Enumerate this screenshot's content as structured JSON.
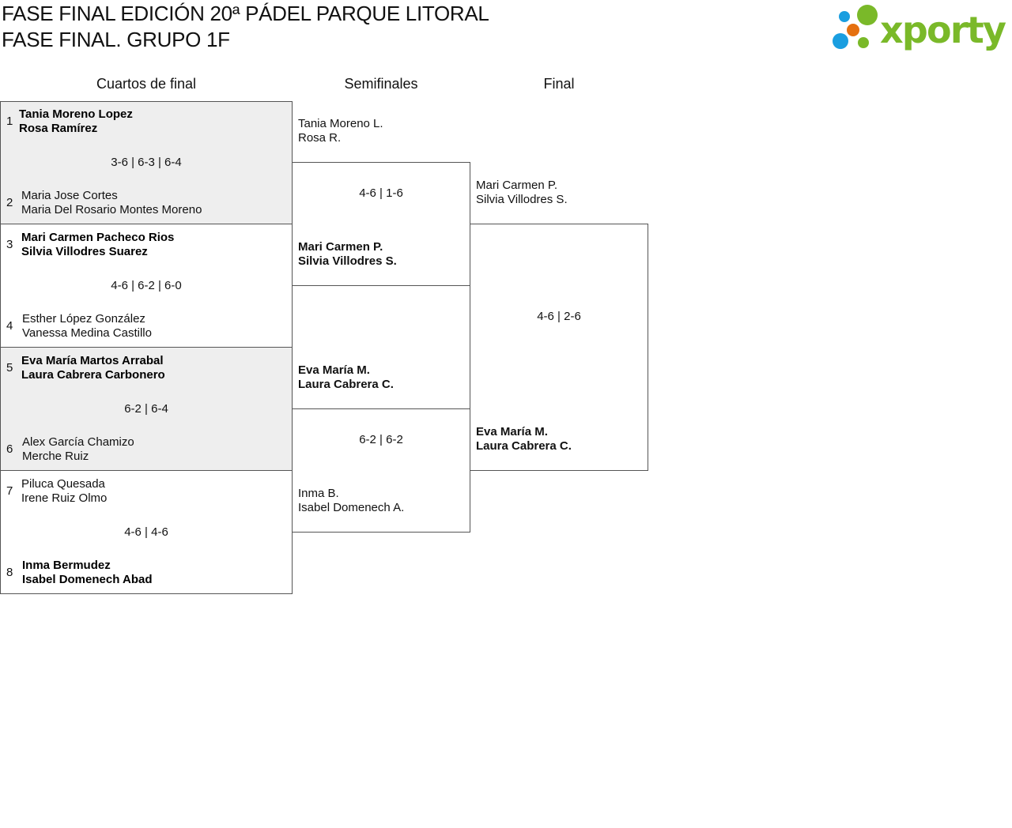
{
  "header": {
    "title1": "FASE FINAL EDICIÓN 20ª PÁDEL PARQUE LITORAL",
    "title2": "FASE FINAL. GRUPO 1F",
    "logo_text": "xporty"
  },
  "columns": {
    "quarters": "Cuartos de final",
    "semis": "Semifinales",
    "final": "Final"
  },
  "quarters": [
    {
      "score": "3-6 | 6-3 | 6-4",
      "top": {
        "seed": "1",
        "p1": "Tania Moreno Lopez",
        "p2": "Rosa Ramírez"
      },
      "bottom": {
        "seed": "2",
        "p1": "Maria Jose Cortes",
        "p2": "Maria Del Rosario Montes Moreno"
      }
    },
    {
      "score": "4-6 | 6-2 | 6-0",
      "top": {
        "seed": "3",
        "p1": "Mari Carmen Pacheco Rios",
        "p2": "Silvia Villodres Suarez"
      },
      "bottom": {
        "seed": "4",
        "p1": "Esther López González",
        "p2": "Vanessa Medina Castillo"
      }
    },
    {
      "score": "6-2 | 6-4",
      "top": {
        "seed": "5",
        "p1": "Eva María Martos Arrabal",
        "p2": "Laura Cabrera Carbonero"
      },
      "bottom": {
        "seed": "6",
        "p1": "Alex García Chamizo",
        "p2": "Merche Ruiz"
      }
    },
    {
      "score": "4-6 | 4-6",
      "top": {
        "seed": "7",
        "p1": "Piluca Quesada",
        "p2": "Irene Ruiz Olmo"
      },
      "bottom": {
        "seed": "8",
        "p1": "Inma Bermudez",
        "p2": "Isabel Domenech Abad"
      }
    }
  ],
  "semis": [
    {
      "score": "4-6 | 1-6",
      "top": {
        "p1": "Tania Moreno L.",
        "p2": "Rosa R."
      },
      "bottom": {
        "p1": "Mari Carmen P.",
        "p2": "Silvia Villodres S."
      }
    },
    {
      "score": "6-2 | 6-2",
      "top": {
        "p1": "Eva María M.",
        "p2": "Laura Cabrera C."
      },
      "bottom": {
        "p1": "Inma B.",
        "p2": "Isabel Domenech A."
      }
    }
  ],
  "final": {
    "score": "4-6 | 2-6",
    "top": {
      "p1": "Mari Carmen P.",
      "p2": "Silvia Villodres S."
    },
    "bottom": {
      "p1": "Eva María M.",
      "p2": "Laura Cabrera C."
    }
  },
  "colors": {
    "logo_green": "#7ab929",
    "logo_blue": "#1a9ee0",
    "logo_orange": "#e5700f"
  }
}
